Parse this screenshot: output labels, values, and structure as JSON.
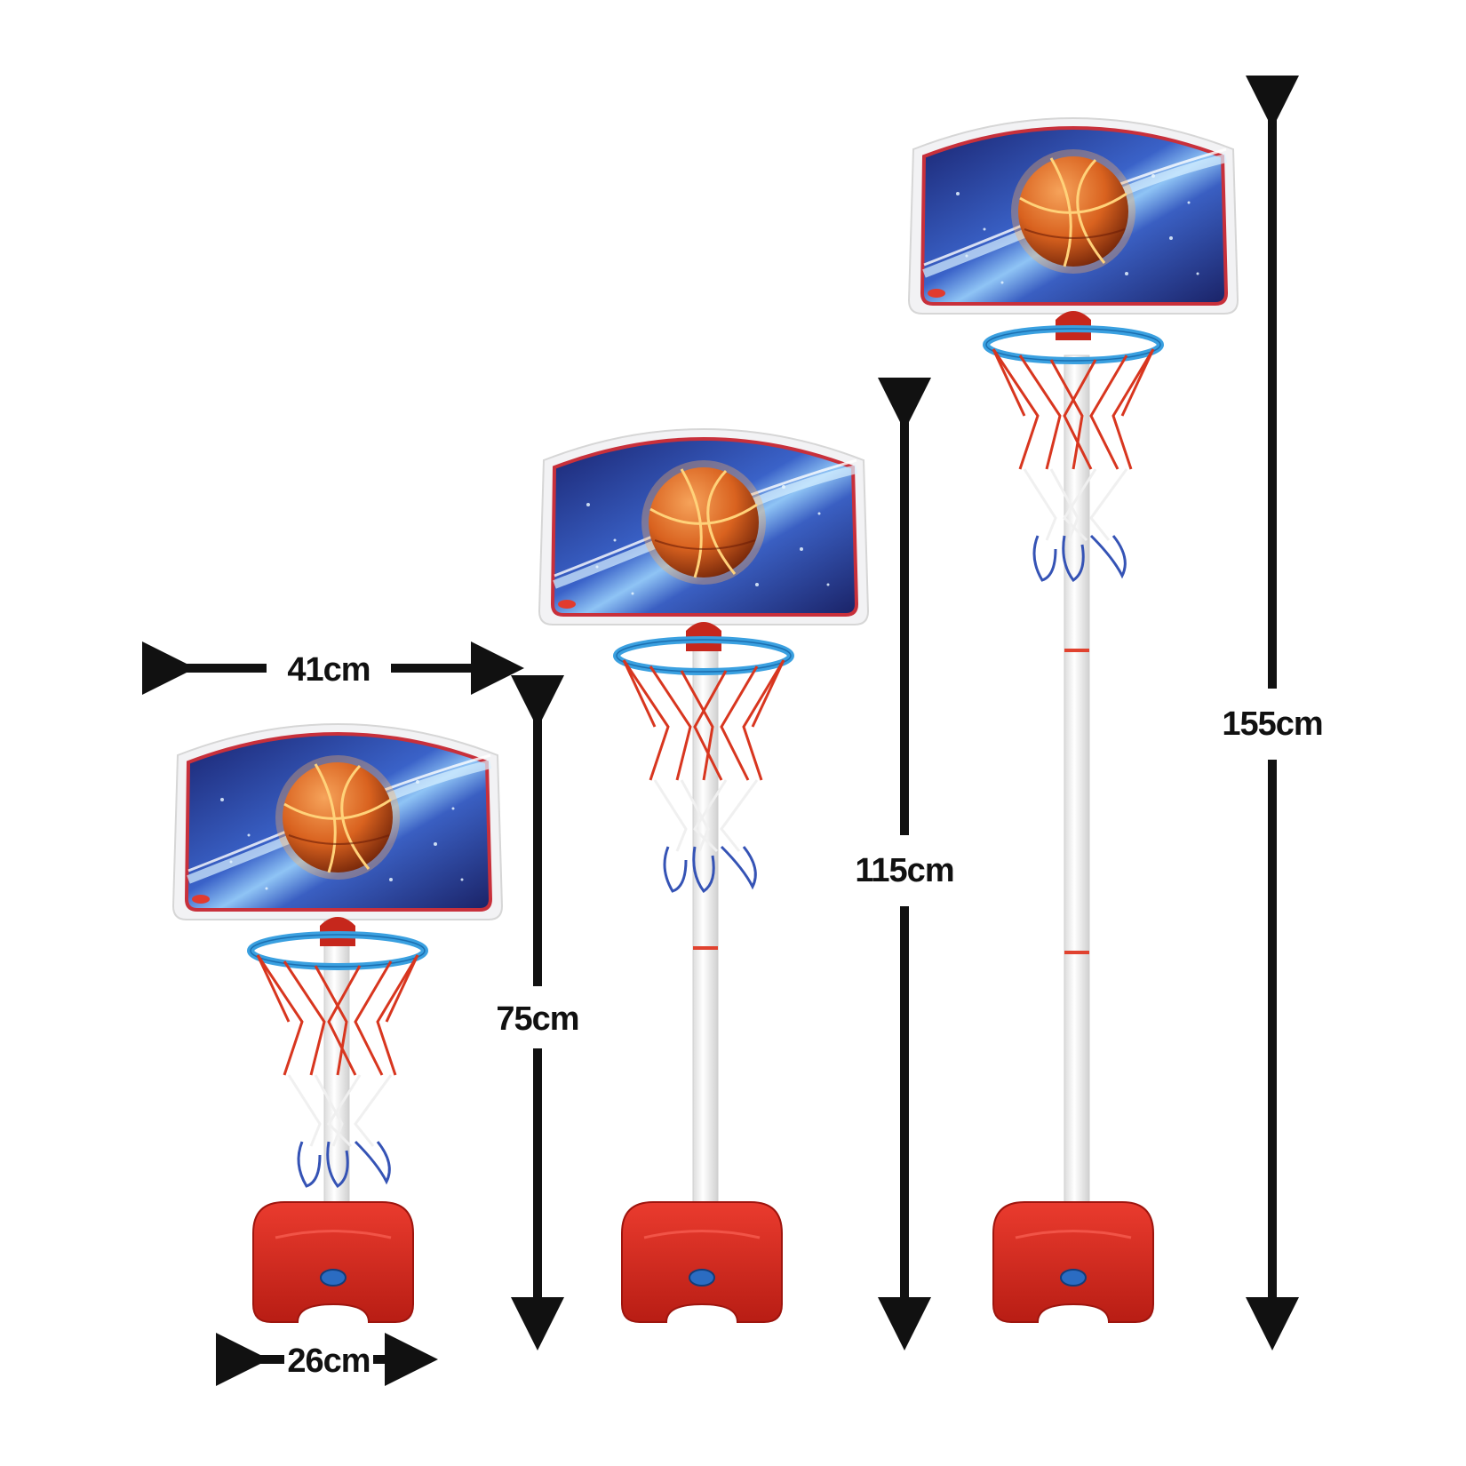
{
  "dimensions": {
    "width_label": "41cm",
    "base_label": "26cm",
    "heights": [
      "75cm",
      "115cm",
      "155cm"
    ]
  },
  "colors": {
    "board_outer": "#f3f3f5",
    "board_border": "#c8303b",
    "board_space_dark": "#1c2a7a",
    "board_space_light": "#4a7ae0",
    "streak": "#bfe6ff",
    "ball_orange": "#e8742a",
    "ball_dark": "#8a3212",
    "rim_blue": "#3aa0e0",
    "net_red": "#d8361f",
    "net_blue": "#3553b5",
    "pole": "#f7f7f7",
    "base_red": "#d7261c",
    "arrow": "#111111"
  },
  "icons": [
    "double-arrow-icon",
    "basketball-icon"
  ]
}
